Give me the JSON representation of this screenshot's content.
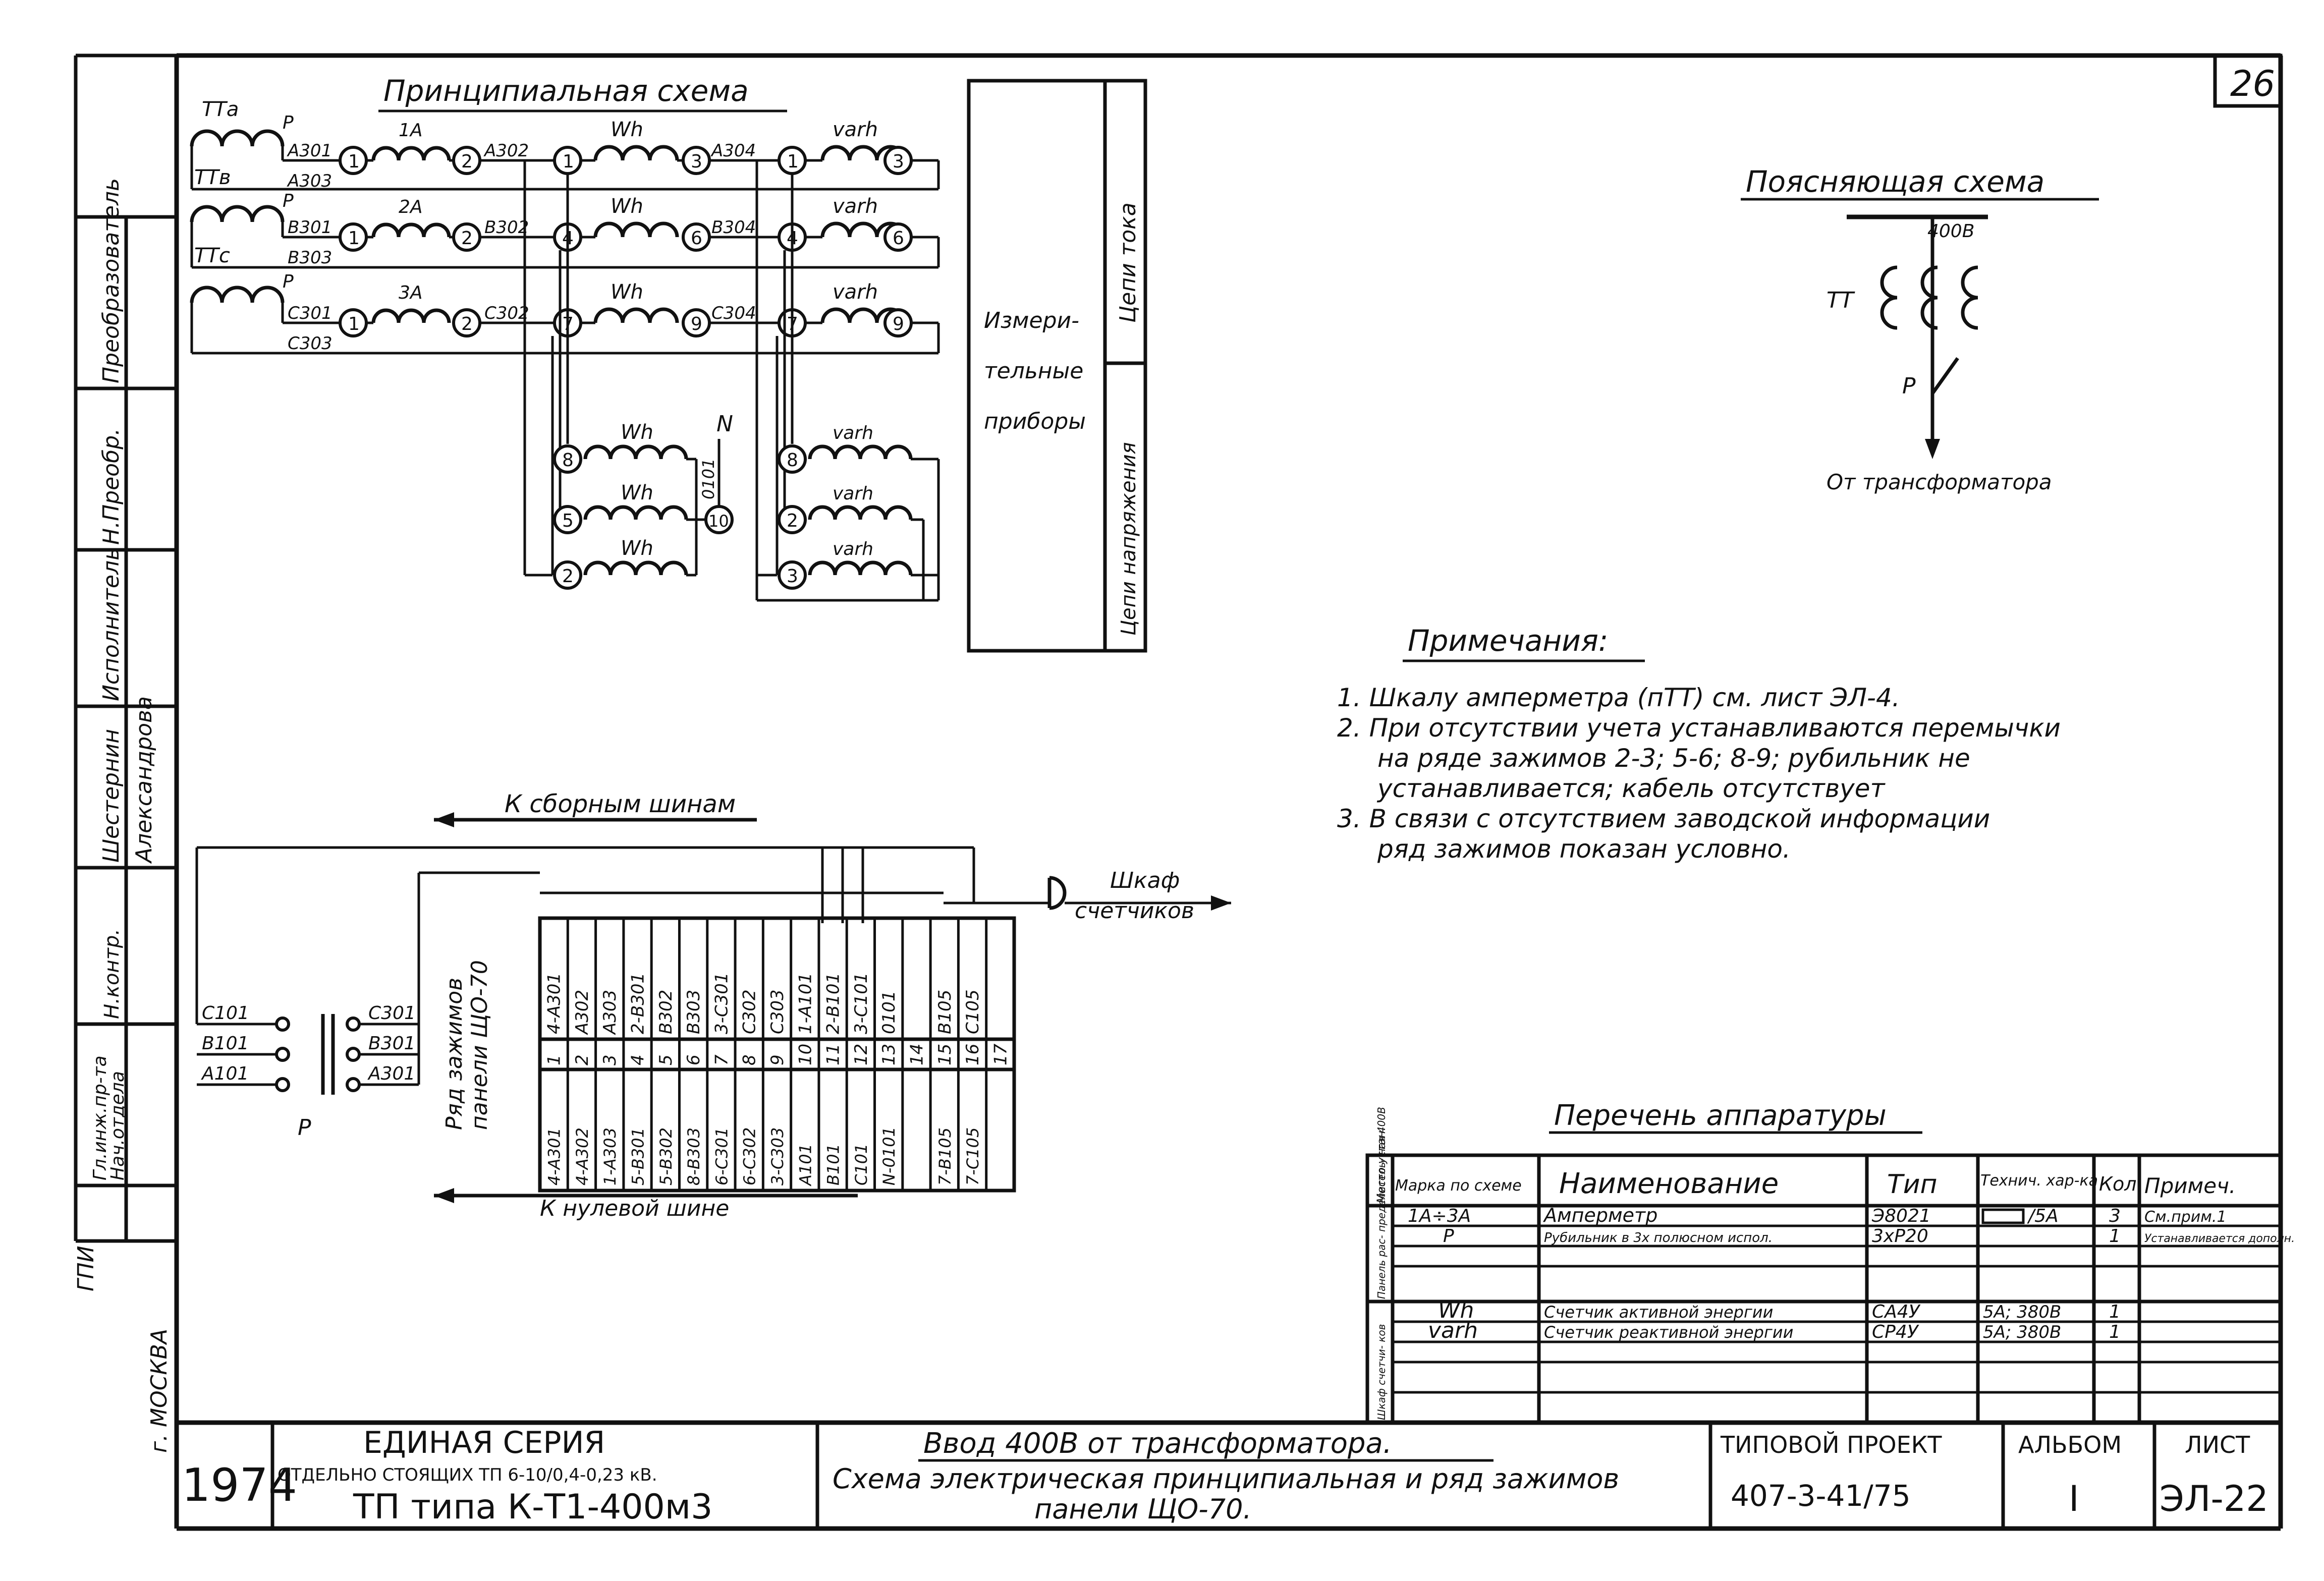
{
  "sheet": {
    "number": "26",
    "year": "1974",
    "series_title": "ЕДИНАЯ СЕРИЯ",
    "series_sub": "ОТДЕЛЬНО СТОЯЩИХ ТП 6-10/0,4-0,23 кВ.",
    "tp_type": "ТП типа К-Т1-400м3",
    "drawing_title_1": "Ввод 400В от трансформатора.",
    "drawing_title_2": "Схема электрическая принципиальная и ряд зажимов",
    "drawing_title_3": "панели ЩО-70.",
    "project_label": "ТИПОВОЙ ПРОЕКТ",
    "project_number": "407-3-41/75",
    "album_label": "АЛЬБОМ",
    "album_number": "I",
    "sheet_label": "ЛИСТ",
    "sheet_code": "ЭЛ-22",
    "city": "г. МОСКВА",
    "org": "ГПИ"
  },
  "stamp_roles": [
    "Преобразователь",
    "Н.Преобр.",
    "Исполнитель",
    "Шестернин",
    "Александрова",
    "Н.контр.",
    "Гл.инж.пр-та",
    "Нач.отдела"
  ],
  "principal": {
    "title": "Принципиальная схема",
    "tt": [
      "ТТа",
      "ТТв",
      "ТТс"
    ],
    "p_mark": "Р",
    "rows": [
      {
        "w1": "А301",
        "w2": "А302",
        "w3": "А304",
        "w4": "А303",
        "amm": "1А"
      },
      {
        "w1": "В301",
        "w2": "В302",
        "w3": "В304",
        "w4": "В303",
        "amm": "2А"
      },
      {
        "w1": "С301",
        "w2": "С302",
        "w3": "С304",
        "w4": "С303",
        "amm": "3А"
      }
    ],
    "wh": "Wh",
    "varh": "varh",
    "nodes": {
      "n1": "1",
      "n2": "2",
      "n3": "3",
      "n4": "4",
      "n5": "5",
      "n6": "6",
      "n7": "7",
      "n8": "8",
      "n9": "9",
      "n10": "10"
    },
    "neutral": "N",
    "o101": "0101",
    "box_label_1": "Измери-",
    "box_label_2": "тельные",
    "box_label_3": "приборы",
    "current_circ": "Цепи тока",
    "voltage_circ": "Цепи напряжения"
  },
  "explain": {
    "title": "Поясняющая схема",
    "voltage": "400В",
    "tt": "ТТ",
    "p": "Р",
    "from": "От трансформатора"
  },
  "notes": {
    "title": "Примечания:",
    "lines": [
      "1. Шкалу амперметра (пТТ) см. лист ЭЛ-4.",
      "2. При отсутствии учета устанавливаются перемычки",
      "на ряде зажимов 2-3; 5-6; 8-9; рубильник не",
      "устанавливается; кабель отсутствует",
      "3. В связи с отсутствием заводской информации",
      "ряд зажимов показан условно."
    ]
  },
  "terminal": {
    "top_label": "К сборным шинам",
    "bottom_label": "К нулевой шине",
    "cabinet_1": "Шкаф",
    "cabinet_2": "счетчиков",
    "row_label_1": "Ряд зажимов",
    "row_label_2": "панели ЩО-70",
    "switch_left": [
      "С101",
      "В101",
      "А101"
    ],
    "switch_right": [
      "С301",
      "В301",
      "А301"
    ],
    "switch_p": "Р",
    "top_cells": [
      "4-А301",
      "А302",
      "А303",
      "2-В301",
      "В302",
      "В303",
      "3-С301",
      "С302",
      "С303",
      "1-А101",
      "2-В101",
      "3-С101",
      "0101",
      "",
      "В105",
      "С105",
      ""
    ],
    "numbers": [
      "1",
      "2",
      "3",
      "4",
      "5",
      "6",
      "7",
      "8",
      "9",
      "10",
      "11",
      "12",
      "13",
      "14",
      "15",
      "16",
      "17"
    ],
    "bottom_cells": [
      "4-А301",
      "4-А302",
      "1-А303",
      "5-В301",
      "5-В302",
      "8-В303",
      "6-С301",
      "6-С302",
      "3-С303",
      "А101",
      "В101",
      "С101",
      "N-0101",
      "",
      "7-В105",
      "7-С105",
      ""
    ]
  },
  "equipment": {
    "title": "Перечень аппаратуры",
    "headers": [
      "Место устан.",
      "Марка по схеме",
      "Наименование",
      "Тип",
      "Технич. хар-ка",
      "Кол.",
      "Примеч."
    ],
    "group1": "Панель рас- пределитель- ная 400В",
    "group2": "Шкаф счетчи- ков",
    "rows": [
      {
        "mark": "1А÷3А",
        "name": "Амперметр",
        "type": "Э8021",
        "tech": "/5А",
        "qty": "3",
        "note": "См.прим.1"
      },
      {
        "mark": "Р",
        "name": "Рубильник в 3х полюсном испол.",
        "type": "3хР20",
        "tech": "",
        "qty": "1",
        "note": "Устанавливается дополн."
      },
      {
        "mark": "Wh",
        "name": "Счетчик активной энергии",
        "type": "СА4У",
        "tech": "5А; 380В",
        "qty": "1",
        "note": ""
      },
      {
        "mark": "varh",
        "name": "Счетчик реактивной энергии",
        "type": "СР4У",
        "tech": "5А; 380В",
        "qty": "1",
        "note": ""
      }
    ]
  }
}
